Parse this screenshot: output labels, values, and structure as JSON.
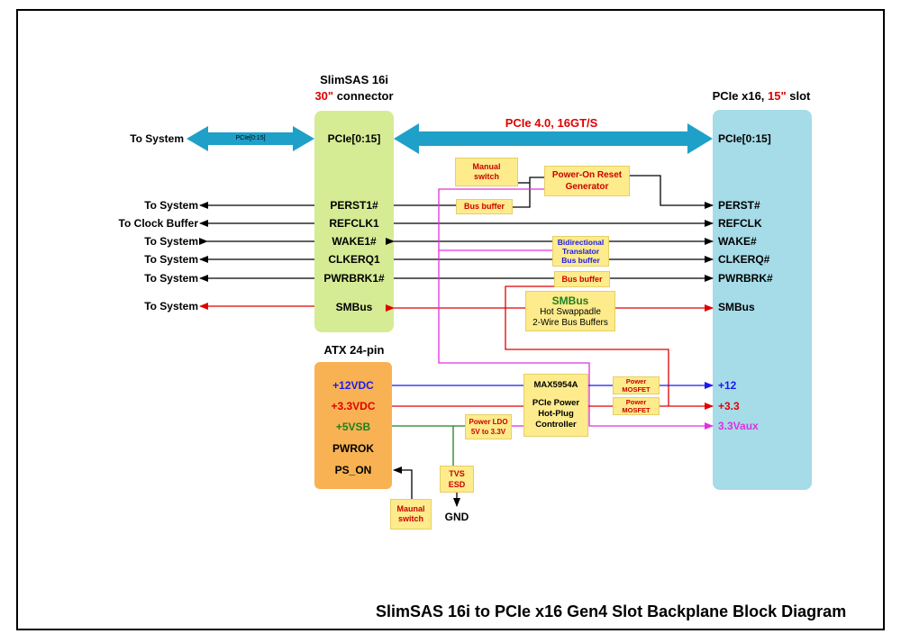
{
  "title": "SlimSAS 16i to PCIe x16 Gen4 Slot Backplane Block Diagram",
  "slimsas": {
    "name": "SlimSAS 16i",
    "size": "30\"",
    "suffix": " connector"
  },
  "pcie_slot": {
    "prefix": "PCIe x16, ",
    "size": "15\"",
    "suffix": " slot"
  },
  "atx": {
    "name": "ATX 24-pin"
  },
  "link": {
    "label": "PCIe 4.0, 16GT/S",
    "left_arrow_label": "PCIe[0:15]"
  },
  "left_labels": [
    "To System",
    "To System",
    "To Clock Buffer",
    "To System",
    "To System",
    "To System",
    "To System"
  ],
  "slimsas_pins": [
    "PCIe[0:15]",
    "PERST1#",
    "REFCLK1",
    "WAKE1#",
    "CLKERQ1",
    "PWRBRK1#",
    "SMBus"
  ],
  "slot_pins": [
    "PCIe[0:15]",
    "PERST#",
    "REFCLK",
    "WAKE#",
    "CLKERQ#",
    "PWRBRK#",
    "SMBus",
    "+12",
    "+3.3",
    "3.3Vaux"
  ],
  "atx_pins": [
    "+12VDC",
    "+3.3VDC",
    "+5VSB",
    "PWROK",
    "PS_ON"
  ],
  "blocks": {
    "manual_switch": [
      "Manual",
      "switch"
    ],
    "por": [
      "Power-On Reset",
      "Generator"
    ],
    "bus_buffer": "Bus buffer",
    "translator": [
      "Bidirectional",
      "Translator",
      "Bus buffer"
    ],
    "bus_buffer2": "Bus buffer",
    "smbus_title": "SMBus",
    "smbus_lines": [
      "Hot Swappadle",
      "2-Wire Bus Buffers"
    ],
    "hotplug": [
      "MAX5954A",
      "PCIe Power",
      "Hot-Plug",
      "Controller"
    ],
    "mosfet1": [
      "Power",
      "MOSFET"
    ],
    "mosfet2": [
      "Power",
      "MOSFET"
    ],
    "ldo": [
      "Power LDO",
      "5V to 3.3V"
    ],
    "tvs": [
      "TVS",
      "ESD"
    ],
    "gnd": "GND",
    "maunal_switch": [
      "Maunal",
      "switch"
    ]
  },
  "colors": {
    "slimsas_block": "#d5ec94",
    "slot_block": "#a6dbe8",
    "atx_block": "#f8b253",
    "ip_box": "#fdeb8c",
    "bus_arrow": "#1fa0c8",
    "signal_red": "#e00000",
    "rail_12v": "#1a1aee",
    "rail_5vsb": "#1f7f1f",
    "aux_magenta": "#e030e0"
  }
}
